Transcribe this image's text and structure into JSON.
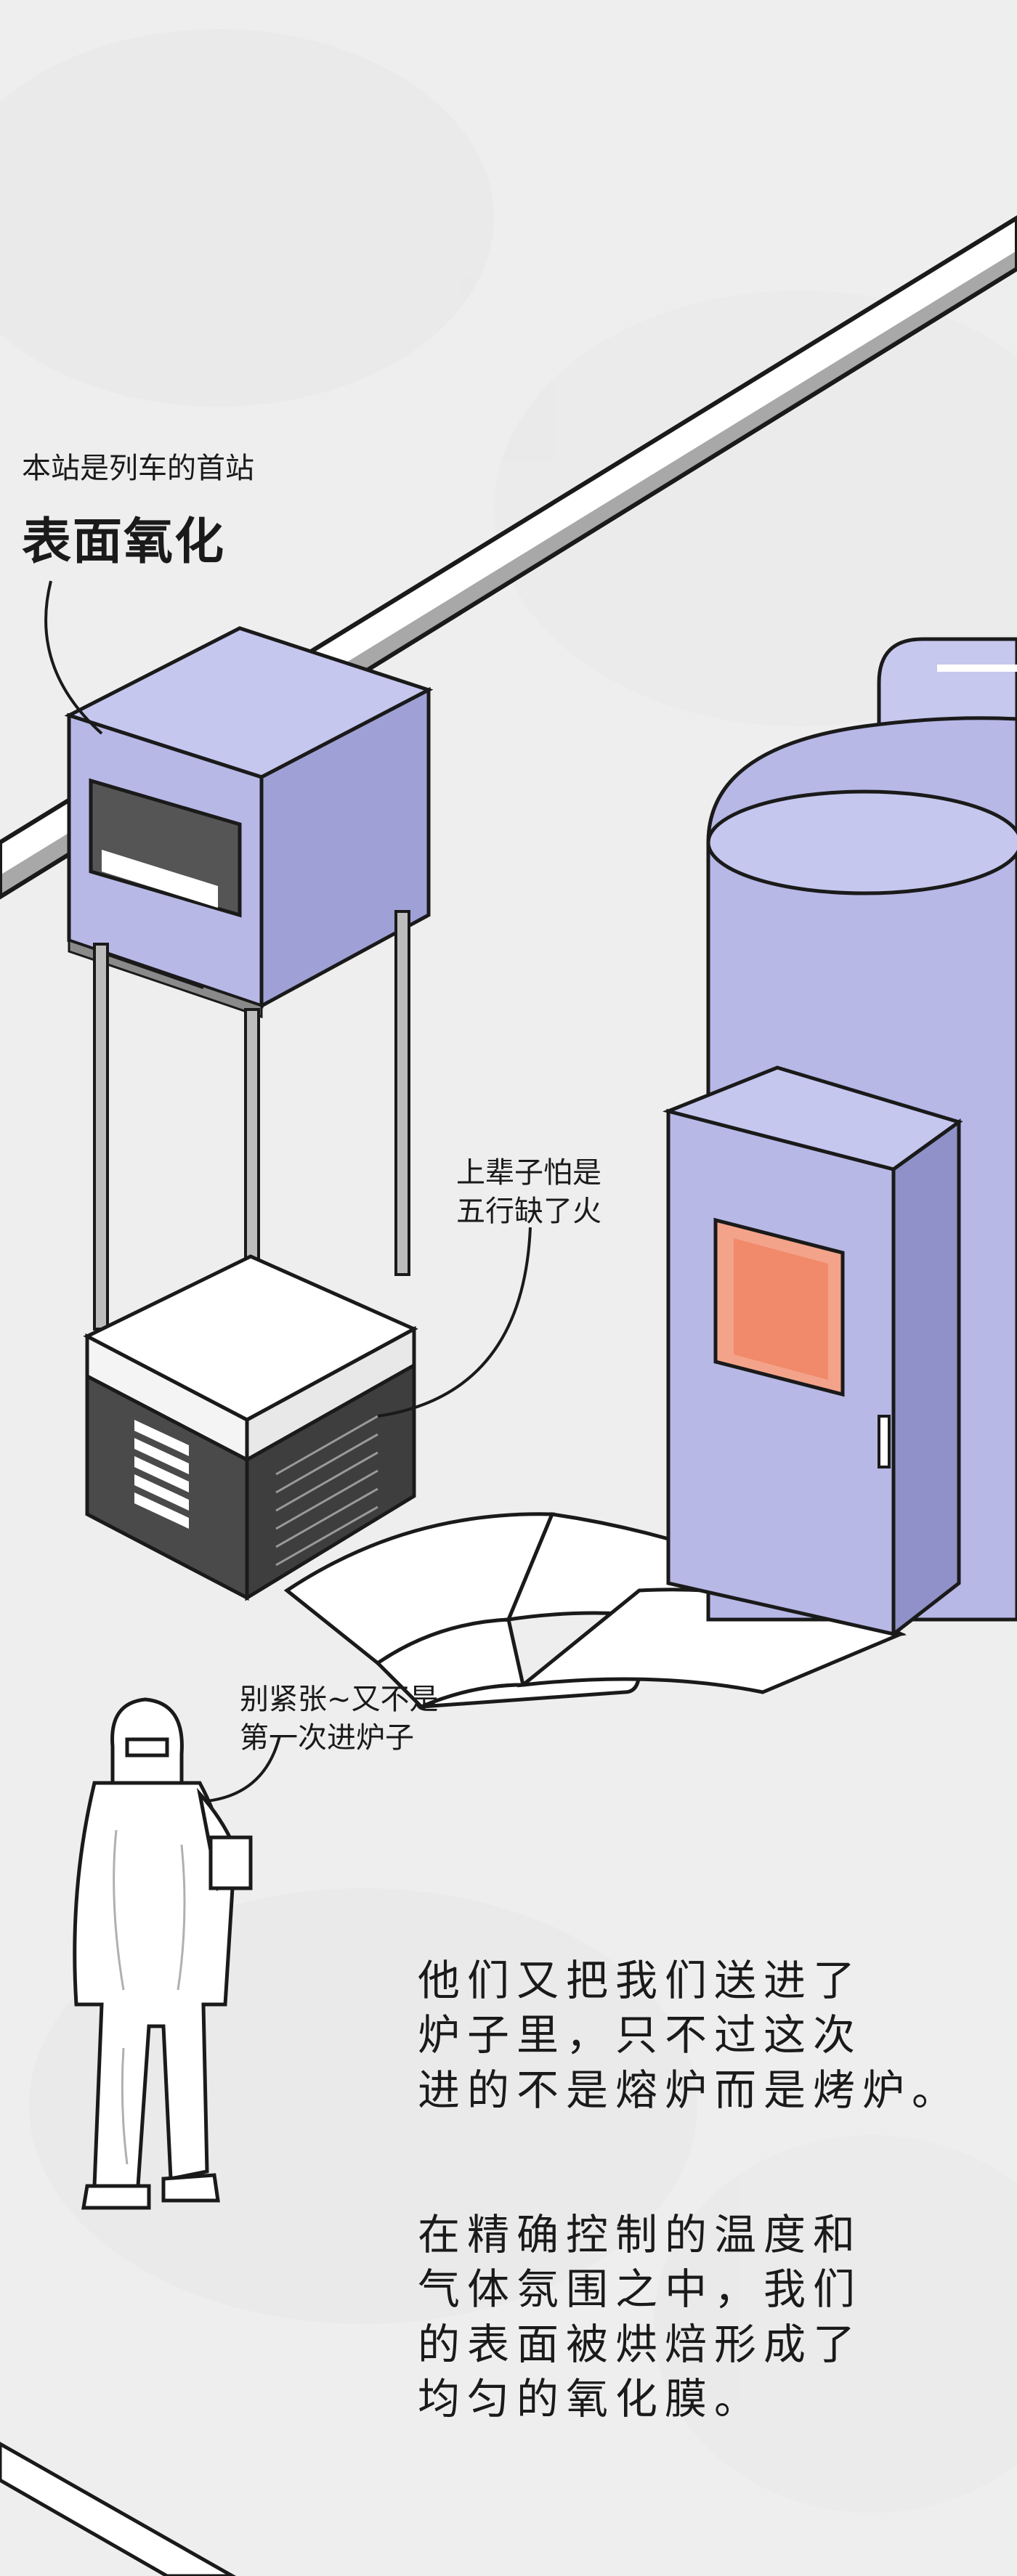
{
  "colors": {
    "background": "#eeeeee",
    "machine_purple": "#b7b8e6",
    "machine_shade": "#8f91c8",
    "track_gray": "#a8a8a8",
    "furnace_glow": "#f08a6a",
    "cassette_dark": "#4a4a4a"
  },
  "station_caption": {
    "line1": "本站是列车的首站",
    "line2": "表面氧化"
  },
  "machine_bubble": {
    "line1": "上辈子怕是",
    "line2": "五行缺了火"
  },
  "worker_bubble": {
    "line1": "别紧张~又不是",
    "line2": "第一次进炉子"
  },
  "narration_1": {
    "line1": "他们又把我们送进了",
    "line2": "炉子里，只不过这次",
    "line3": "进的不是熔炉而是烤炉。"
  },
  "narration_2": {
    "line1": "在精确控制的温度和",
    "line2": "气体氛围之中，我们",
    "line3": "的表面被烘焙形成了",
    "line4": "均匀的氧化膜。"
  },
  "icons": [
    "overhead-rail",
    "transport-robot",
    "wafer-cassette",
    "oxidation-furnace",
    "exhaust-pipe",
    "worker-in-cleanroom-suit"
  ]
}
